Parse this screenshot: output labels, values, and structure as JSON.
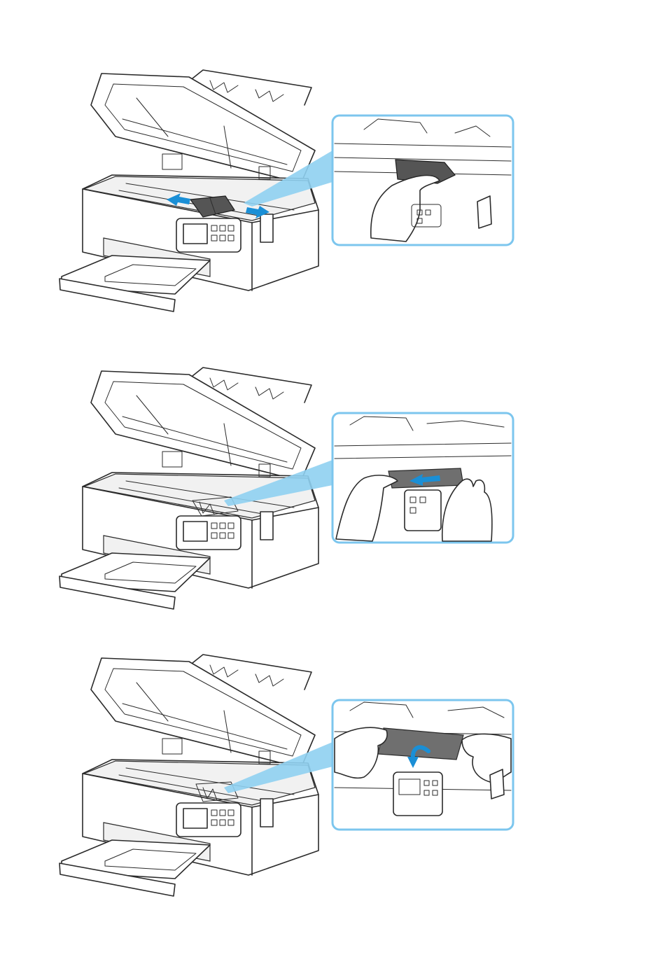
{
  "colors": {
    "zoom_frame": "#7cc6ee",
    "callout_beam": "#8fd0f1",
    "arrow": "#1a8fd6",
    "jammed_paper": "#6f6f6f",
    "print_head": "#555555"
  },
  "steps": [
    {
      "id": "step-1",
      "icons": [
        "printer-open-icon",
        "double-arrow-icon",
        "hand-icon"
      ]
    },
    {
      "id": "step-2",
      "icons": [
        "printer-open-icon",
        "pull-arrow-icon",
        "hand-icon"
      ]
    },
    {
      "id": "step-3",
      "icons": [
        "printer-open-icon",
        "curved-arrow-icon",
        "hand-icon"
      ]
    }
  ]
}
